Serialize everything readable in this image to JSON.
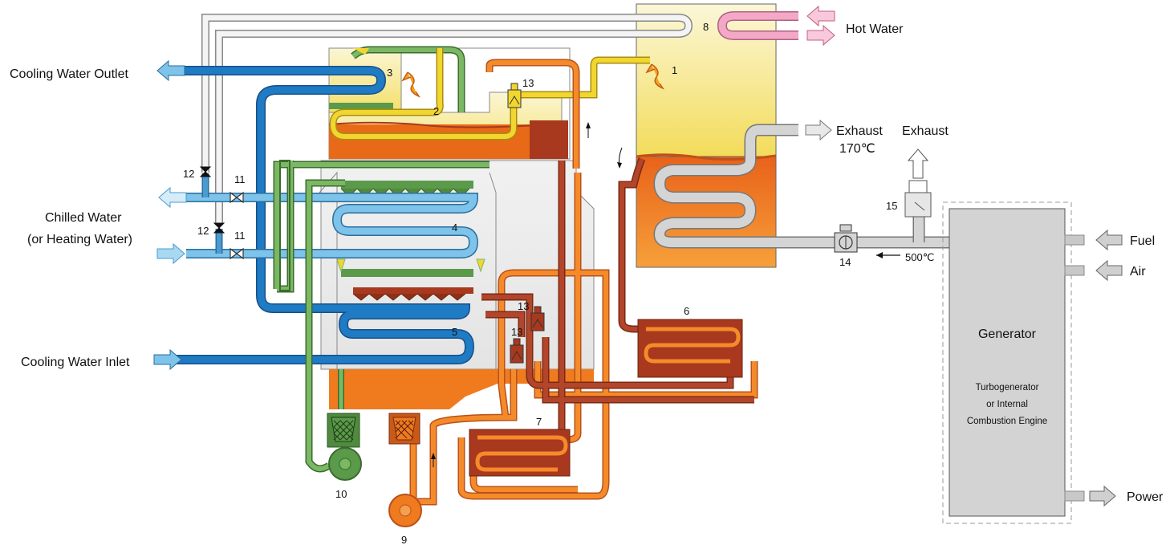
{
  "labels": {
    "cooling_water_outlet": "Cooling Water Outlet",
    "cooling_water_inlet": "Cooling Water Inlet",
    "chilled_water": "Chilled Water",
    "heating_water": "(or Heating Water)",
    "hot_water": "Hot Water",
    "exhaust_hx": "Exhaust",
    "exhaust_hx_temp": "170℃",
    "exhaust_top": "Exhaust",
    "temp_500": "500℃",
    "fuel": "Fuel",
    "air": "Air",
    "power": "Power",
    "generator": "Generator",
    "turbogenerator": "Turbogenerator",
    "or_internal": "or Internal",
    "combustion_engine": "Combustion Engine"
  },
  "numbers": {
    "n1": "1",
    "n2": "2",
    "n3": "3",
    "n4": "4",
    "n5": "5",
    "n6": "6",
    "n7": "7",
    "n8": "8",
    "n9": "9",
    "n10": "10",
    "n11a": "11",
    "n11b": "11",
    "n12a": "12",
    "n12b": "12",
    "n13a": "13",
    "n13b": "13",
    "n13c": "13",
    "n14": "14",
    "n15": "15"
  },
  "colors": {
    "cooling_water": "#1e7bc4",
    "chilled_water": "#7ec3ea",
    "green_refrigerant": "#5a9a4a",
    "yellow_vapor": "#f2d630",
    "strong_solution": "#f07a1e",
    "dilute_solution": "#a8381e",
    "hot_water": "#f3a8c8",
    "exhaust_gas": "#c8c8c8",
    "generator_box": "#d3d3d3"
  }
}
